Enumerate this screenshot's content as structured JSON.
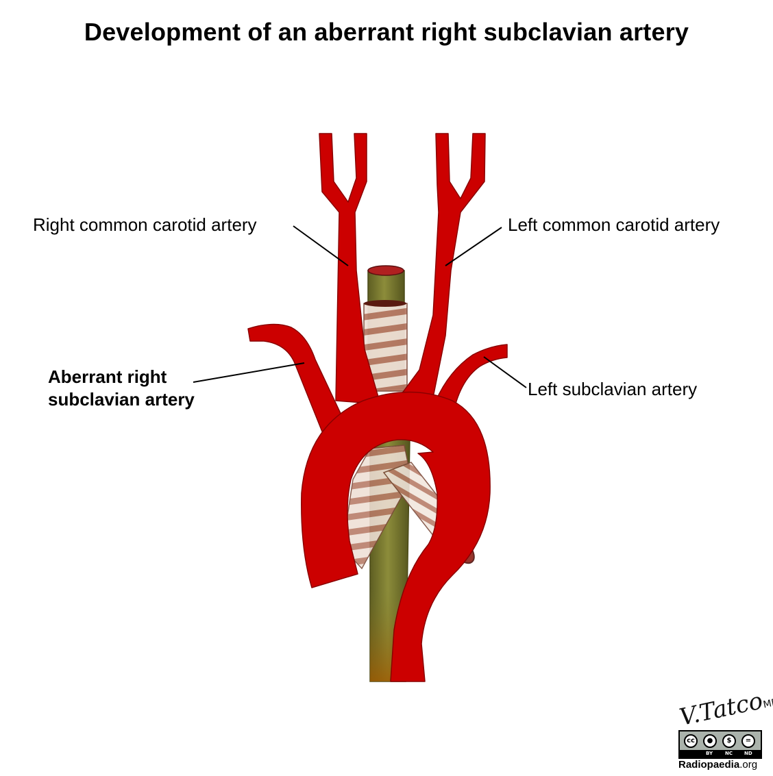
{
  "title": "Development of an aberrant right subclavian artery",
  "labels": {
    "right_common_carotid": "Right common carotid artery",
    "left_common_carotid": "Left common carotid artery",
    "aberrant_right_subclavian_line1": "Aberrant right",
    "aberrant_right_subclavian_line2": "subclavian artery",
    "left_subclavian": "Left subclavian artery"
  },
  "colors": {
    "artery": "#cc0000",
    "artery_outline": "#8a0000",
    "esophagus": "#7a7a2a",
    "trachea_ring": "#c9a08a"
  },
  "credit": {
    "signature": "V.Tatco",
    "signature_suffix": "MD",
    "license_tags": [
      "BY",
      "NC",
      "ND"
    ],
    "site_bold": "Radiopaedia",
    "site_suffix": ".org"
  }
}
